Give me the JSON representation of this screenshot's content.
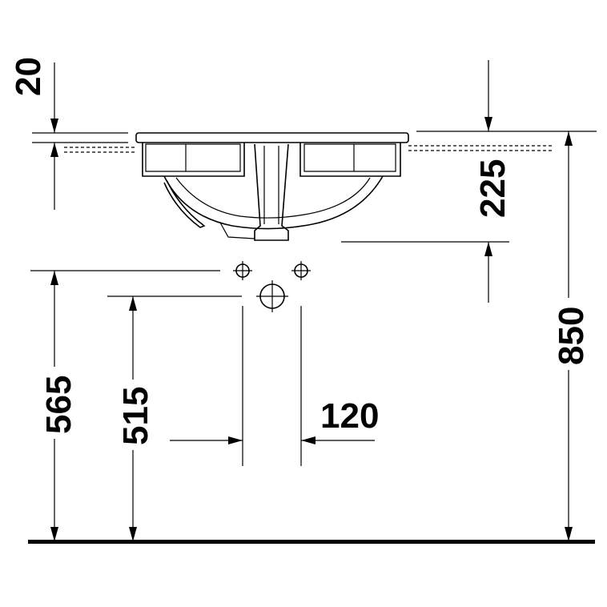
{
  "drawing": {
    "type": "basin technical dimension drawing",
    "colors": {
      "line": "#000000",
      "background": "#ffffff"
    },
    "dimensions": {
      "top_offset": "20",
      "basin_depth": "225",
      "overall_height": "850",
      "upper_connection_height": "565",
      "drain_height": "515",
      "connection_spacing": "120"
    }
  }
}
